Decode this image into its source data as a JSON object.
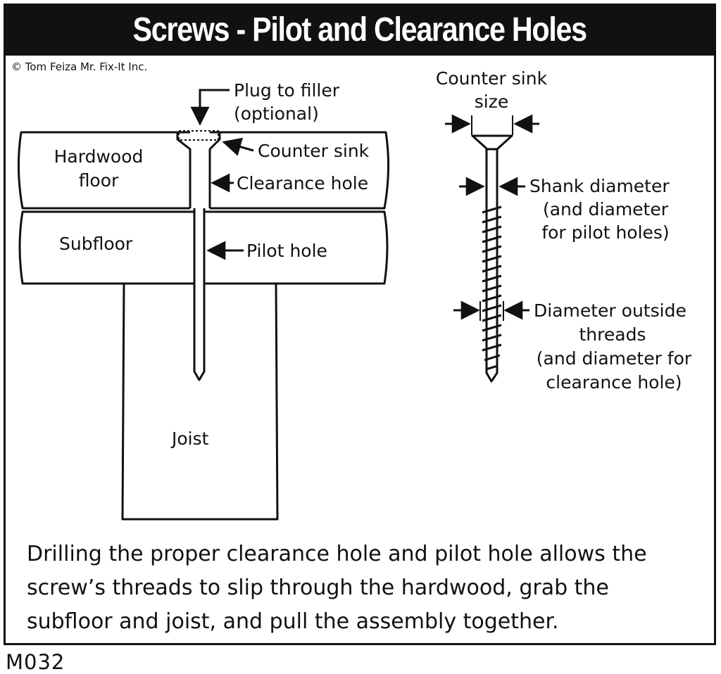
{
  "title": "Screws - Pilot and Clearance Holes",
  "copyright": "© Tom Feiza Mr. Fix-It Inc.",
  "labels": {
    "plug_line1": "Plug to filler",
    "plug_line2": "(optional)",
    "counter_sink": "Counter sink",
    "clearance_hole": "Clearance hole",
    "pilot_hole": "Pilot hole",
    "hardwood_line1": "Hardwood",
    "hardwood_line2": "floor",
    "subfloor": "Subfloor",
    "joist": "Joist",
    "cs_size_line1": "Counter sink",
    "cs_size_line2": "size",
    "shank_line1": "Shank diameter",
    "shank_line2": "(and diameter",
    "shank_line3": "for pilot holes)",
    "thread_line1": "Diameter outside",
    "thread_line2": "threads",
    "thread_line3": "(and diameter for",
    "thread_line4": "clearance hole)"
  },
  "caption": {
    "line1": "Drilling the proper clearance hole and pilot hole allows the",
    "line2": "screw’s threads to slip through the hardwood, grab the",
    "line3": "subfloor and joist, and pull the assembly together."
  },
  "code": "M032"
}
